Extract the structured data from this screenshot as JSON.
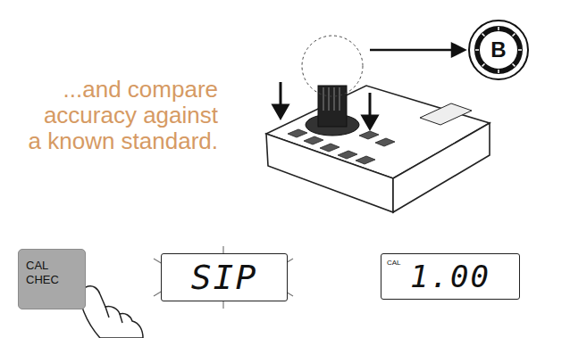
{
  "diagram": {
    "nodes": [
      {
        "text": [
          "B"
        ]
      },
      {
        "text": [
          "CAL CHEC"
        ]
      },
      {
        "text": [
          "SIP"
        ]
      },
      {
        "text": [
          "CAL",
          "1.00"
        ]
      }
    ],
    "labels": [
      "...and compare accuracy against a known standard."
    ]
  }
}
